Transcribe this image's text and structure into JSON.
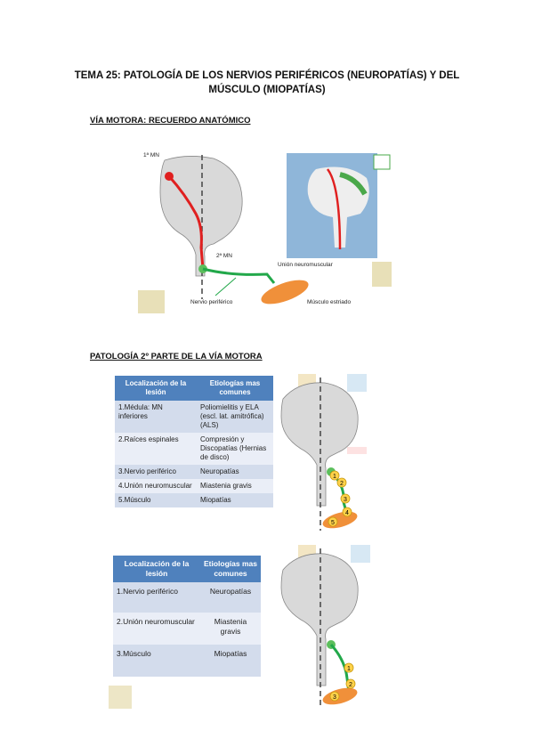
{
  "doc": {
    "title_line1": "TEMA 25: PATOLOGÍA DE LOS NERVIOS PERIFÉRICOS (NEUROPATÍAS) Y DEL",
    "title_line2": "MÚSCULO (MIOPATÍAS)",
    "section1": "VÍA MOTORA: RECUERDO ANATÓMICO",
    "section2": "PATOLOGÍA 2º PARTE DE LA VÍA MOTORA"
  },
  "diagram1": {
    "mn1": "1ª MN",
    "mn2": "2ª MN",
    "union": "Unión neuromuscular",
    "nervio": "Nervio periférico",
    "musculo": "Músculo estriado"
  },
  "table1": {
    "headers": [
      "Localización de la lesión",
      "Etiologías mas comunes"
    ],
    "rows": [
      [
        "1.Médula: MN inferiores",
        "Poliomielitis y ELA (escl. lat. amitrófica) (ALS)"
      ],
      [
        "2.Raíces espinales",
        "Compresión y Discopatías (Hernias de disco)"
      ],
      [
        "3.Nervio periférico",
        "Neuropatías"
      ],
      [
        "4.Unión neuromuscular",
        "Miastenia gravis"
      ],
      [
        "5.Músculo",
        "Miopatías"
      ]
    ]
  },
  "table2": {
    "headers": [
      "Localización de la lesión",
      "Etiologías mas comunes"
    ],
    "rows": [
      [
        "1.Nervio periférico",
        "Neuropatías"
      ],
      [
        "2.Unión neuromuscular",
        "Miastenia gravis"
      ],
      [
        "3.Músculo",
        "Miopatías"
      ]
    ]
  },
  "markers1": [
    "1",
    "2",
    "3",
    "4",
    "5"
  ],
  "markers2": [
    "1",
    "2",
    "3"
  ],
  "colors": {
    "header": "#4f81bd",
    "pathway_red": "#e02020",
    "pathway_green": "#22a84a",
    "muscle": "#f0903a"
  }
}
